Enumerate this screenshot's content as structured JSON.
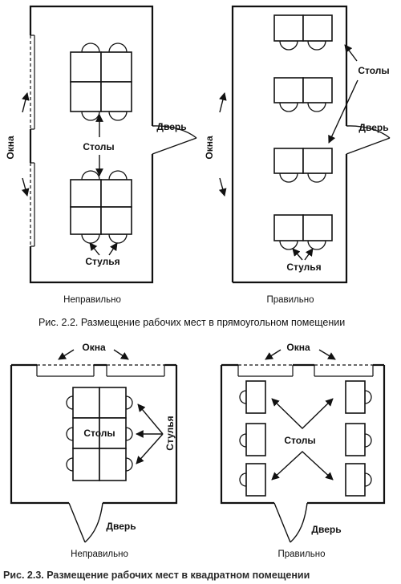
{
  "figure_1": {
    "caption": "Рис. 2.2. Размещение рабочих мест в прямоугольном помещении",
    "left_room": {
      "verdict": "Неправильно",
      "windows_label": "Окна",
      "door_label": "Дверь",
      "tables_label": "Столы",
      "chairs_label": "Стулья"
    },
    "right_room": {
      "verdict": "Правильно",
      "windows_label": "Окна",
      "door_label": "Дверь",
      "tables_label": "Столы",
      "chairs_label": "Стулья"
    }
  },
  "figure_2": {
    "caption": "Рис. 2.3. Размещение рабочих мест в квадратном помещении",
    "left_room": {
      "verdict": "Неправильно",
      "windows_label": "Окна",
      "door_label": "Дверь",
      "tables_label": "Столы",
      "chairs_label": "Стулья"
    },
    "right_room": {
      "verdict": "Правильно",
      "windows_label": "Окна",
      "door_label": "Дверь",
      "tables_label": "Столы"
    }
  }
}
